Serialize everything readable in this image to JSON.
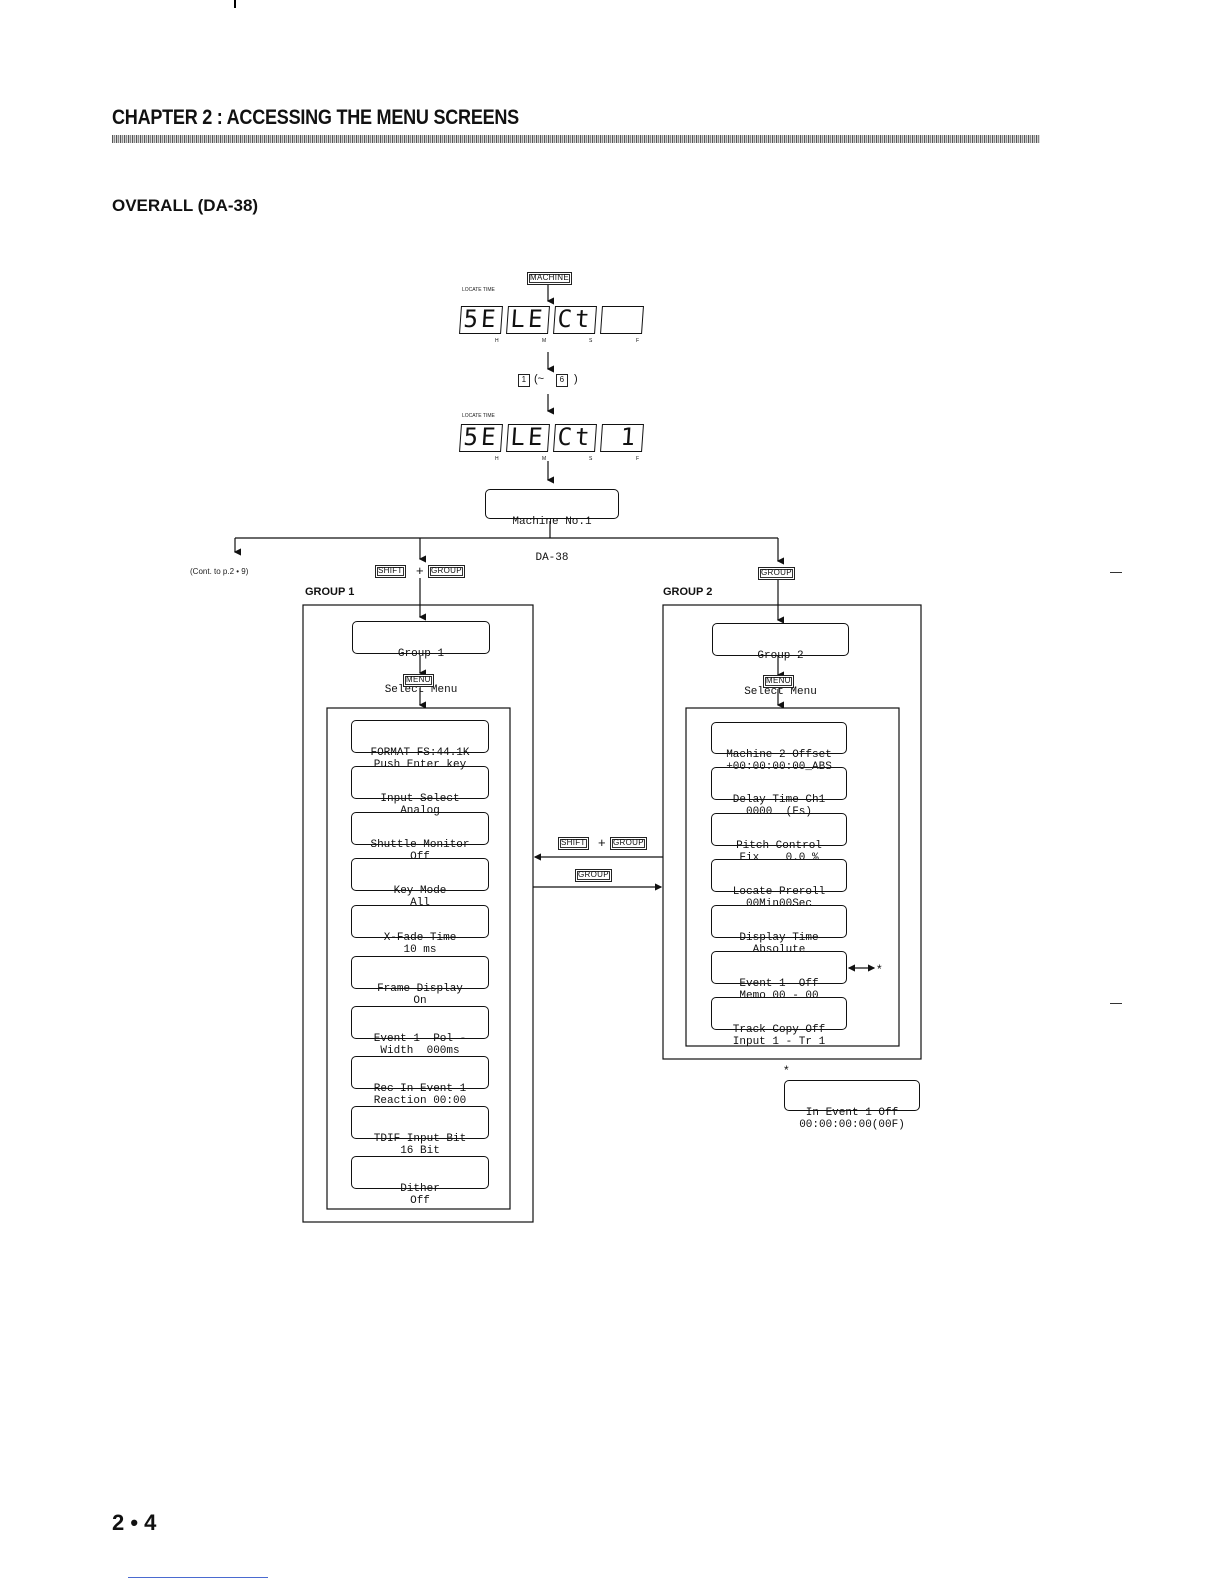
{
  "page": {
    "chapter_title": "CHAPTER 2 : ACCESSING THE MENU SCREENS",
    "section_title": "OVERALL (DA-38)",
    "page_number": "2 • 4"
  },
  "keys": {
    "machine": "MACHINE",
    "shift": "SHIFT",
    "group": "GROUP",
    "menu": "MENU",
    "one": "1",
    "six": "6",
    "range_open": "(~",
    "range_close": ")"
  },
  "displays": {
    "locate_time_label": "LOCATE TIME",
    "select_blank": [
      "5E",
      "LE",
      "Ct",
      ""
    ],
    "select_one": [
      "5E",
      "LE",
      "Ct",
      "1"
    ],
    "segment_captions": [
      "H",
      "M",
      "S",
      "F"
    ]
  },
  "machine_box": {
    "line1": "Machine No.1",
    "line2": "DA-38"
  },
  "continuation": "(Cont. to p.2 • 9)",
  "group1": {
    "label": "GROUP 1",
    "select_menu": {
      "line1": "Group 1",
      "line2": "Select Menu"
    },
    "items": [
      {
        "line1": "FORMAT FS:44.1K",
        "line2": "Push Enter key"
      },
      {
        "line1": "Input Select",
        "line2": "Analog"
      },
      {
        "line1": "Shuttle Monitor",
        "line2": "Off"
      },
      {
        "line1": "Key Mode",
        "line2": "All"
      },
      {
        "line1": "X-Fade Time",
        "line2": "10 ms"
      },
      {
        "line1": "Frame Display",
        "line2": "On"
      },
      {
        "line1": "Event 1  Pol -",
        "line2": "Width  000ms"
      },
      {
        "line1": "Rec In Event 1",
        "line2": "Reaction 00:00"
      },
      {
        "line1": "TDIF Input Bit",
        "line2": "16 Bit"
      },
      {
        "line1": "Dither",
        "line2": "Off"
      }
    ]
  },
  "group2": {
    "label": "GROUP 2",
    "select_menu": {
      "line1": "Group 2",
      "line2": "Select Menu"
    },
    "items": [
      {
        "line1": "Machine 2 Offset",
        "line2": "+00:00:00:00_ABS"
      },
      {
        "line1": "Delay Time Ch1",
        "line2": "0000  (Fs)"
      },
      {
        "line1": "Pitch Control",
        "line2": "Fix    0.0 %"
      },
      {
        "line1": "Locate Preroll",
        "line2": "00Min00Sec"
      },
      {
        "line1": "Display Time",
        "line2": "Absolute"
      },
      {
        "line1": "Event 1  Off",
        "line2": "Memo 00 - 00"
      },
      {
        "line1": "Track Copy Off",
        "line2": "Input 1 - Tr 1"
      }
    ]
  },
  "asterisk": "*",
  "footnote_box": {
    "line1": "In Event 1 Off",
    "line2": "00:00:00:00(00F)"
  }
}
